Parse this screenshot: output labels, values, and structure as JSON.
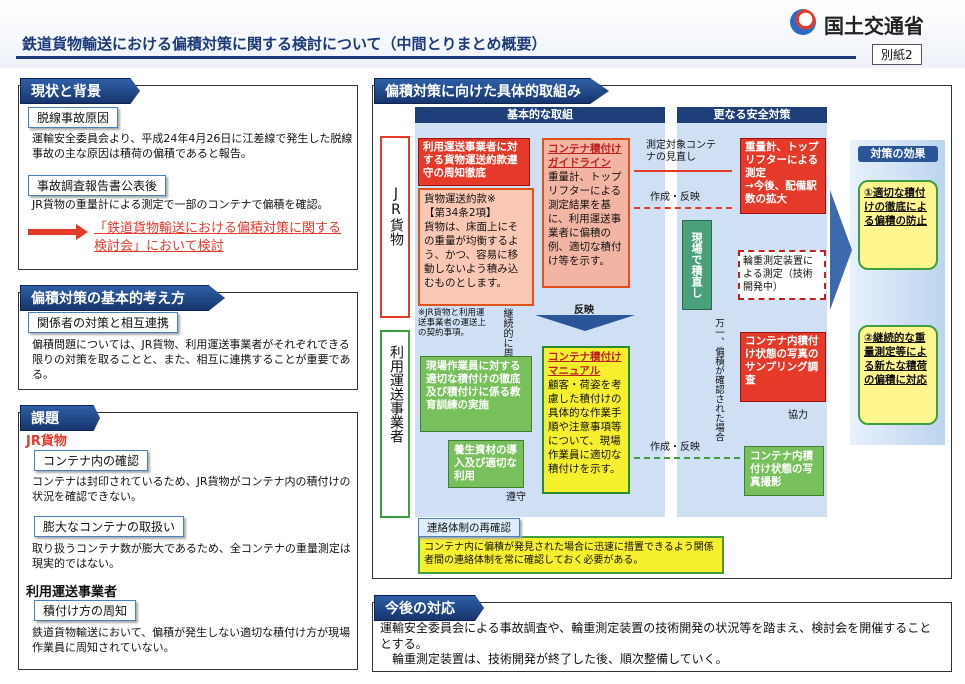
{
  "header": {
    "title": "鉄道貨物輸送における偏積対策に関する検討について（中間とりまとめ概要）",
    "ministry": "国土交通省",
    "appendix": "別紙2"
  },
  "left": {
    "s1": {
      "title": "現状と背景",
      "cause_label": "脱線事故原因",
      "cause_text": "運輸安全委員会より、平成24年4月26日に江差線で発生した脱線事故の主な原因は積荷の偏積であると報告。",
      "report_label": "事故調査報告書公表後",
      "report_text": "JR貨物の重量計による測定で一部のコンテナで偏積を確認。",
      "arrow_text": "「鉄道貨物輸送における偏積対策に関する検討会」において検討"
    },
    "s2": {
      "title": "偏積対策の基本的考え方",
      "label": "関係者の対策と相互連携",
      "text": "偏積問題については、JR貨物、利用運送事業者がそれぞれできる限りの対策を取ることと、また、相互に連携することが重要である。"
    },
    "s3": {
      "title": "課題",
      "jr": "JR貨物",
      "c1_label": "コンテナ内の確認",
      "c1_text": "コンテナは封印されているため、JR貨物がコンテナ内の積付けの状況を確認できない。",
      "c2_label": "膨大なコンテナの取扱い",
      "c2_text": "取り扱うコンテナ数が膨大であるため、全コンテナの重量測定は現実的ではない。",
      "operator": "利用運送事業者",
      "c3_label": "積付け方の周知",
      "c3_text": "鉄道貨物輸送において、偏積が発生しない適切な積付け方が現場作業員に周知されていない。"
    }
  },
  "right": {
    "title": "偏積対策に向けた具体的取組み",
    "col1": "基本的な取組",
    "col2": "更なる安全対策",
    "col3": "対策の効果",
    "actor1": "JR貨物",
    "actor2": "利用運送事業者",
    "red1": "利用運送事業者に対する貨物運送約款遵守の周知徹底",
    "yakkan": "貨物運送約款※\n【第34条2項】\n貨物は、床面上にその重量が均衡するよう、かつ、容易に移動しないよう積み込むものとします。",
    "note": "※JR貨物と利用運送事業者の運送上の契約事項。",
    "guide_title": "コンテナ積付けガイドライン",
    "guide_text": "重量計、トップリフターによる測定結果を基に、利用運送事業者に偏積の例、適切な積付け等を示す。",
    "manual_title": "コンテナ積付けマニュアル",
    "manual_text": "顧客・荷姿を考慮した積付けの具体的な作業手順や注意事項等について、現場作業員に適切な積付けを示す。",
    "green1": "現場作業員に対する適切な積付けの徹底及び積付けに係る教育訓練の実施",
    "green2": "養生資材の導入及び適切な利用",
    "red2": "重量計、トップリフターによる測定\n→今後、配備駅数の拡大",
    "dash": "輪重測定装置による測定（技術開発中）",
    "red3": "コンテナ内積付け状態の写真のサンプリング調査",
    "green3": "コンテナ内積付け状態の写真撮影",
    "green_v": "現場で積直し",
    "l_target": "測定対象コンテナの見直し",
    "l_make1": "作成・反映",
    "l_make2": "作成・反映",
    "l_reflect": "反映",
    "l_continue": "継続的に周知",
    "l_comply": "遵守",
    "l_coop": "協力",
    "l_rare": "万一、偏積が確認された場合",
    "eff1": "①適切な積付けの徹底による偏積の防止",
    "eff2": "②継続的な重量測定等による新たな積荷の偏積に対応",
    "renraku_label": "連絡体制の再確認",
    "renraku_text": "コンテナ内に偏積が発見された場合に迅速に措置できるよう関係者間の連絡体制を常に確認しておく必要がある。"
  },
  "future": {
    "title": "今後の対応",
    "l1": "運輸安全委員会による事故調査や、輪重測定装置の技術開発の状況等を踏まえ、検討会を開催することとする。",
    "l2": "輪重測定装置は、技術開発が終了した後、順次整備していく。"
  }
}
